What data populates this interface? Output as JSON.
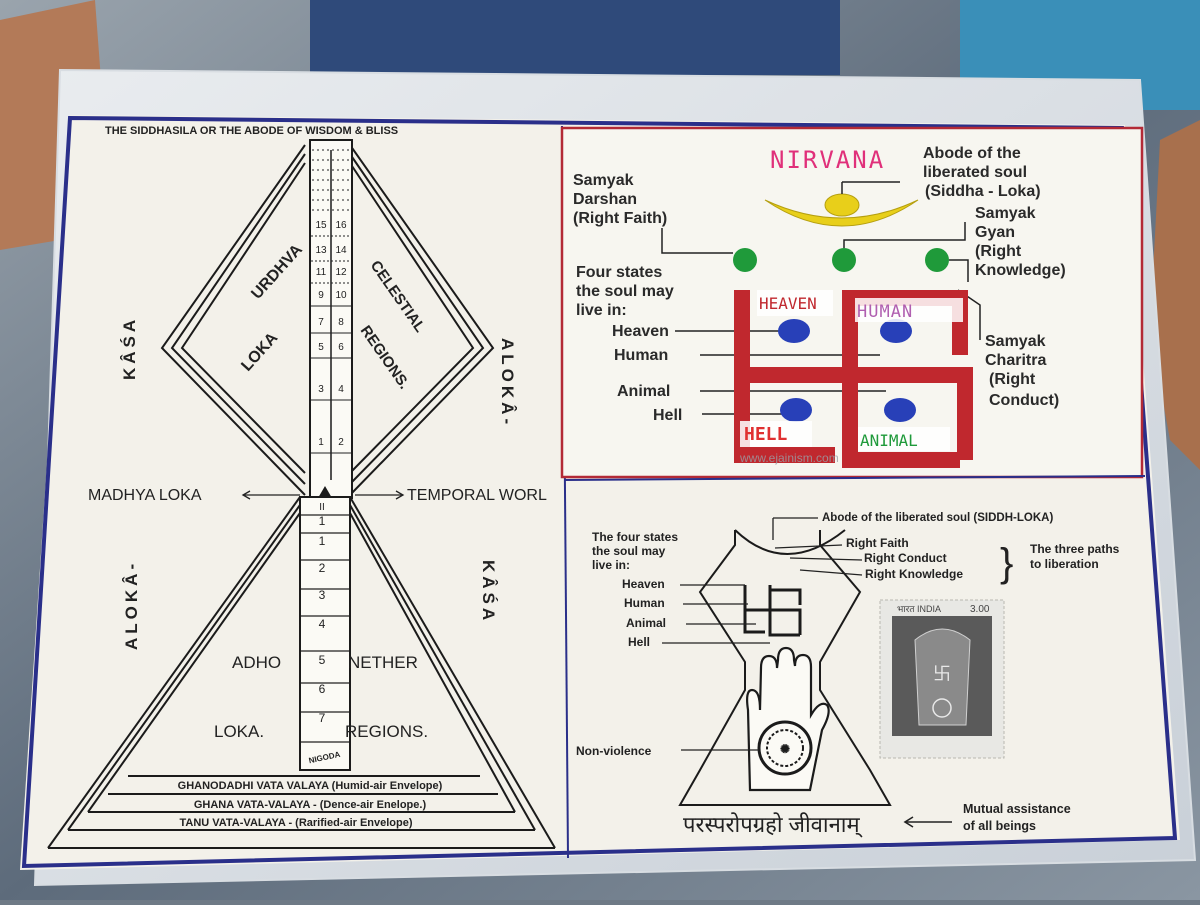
{
  "left": {
    "header": "THE SIDDHASILA OR THE ABODE OF WISDOM & BLISS",
    "upper_labels": {
      "urdhva": "URDHVA",
      "loka": "LOKA",
      "celestial": "CELESTIAL",
      "regions": "REGIONS."
    },
    "side_labels": {
      "kasa_left": "KÂŚA",
      "aloka_right": "ALOKÂ-",
      "aloka_left": "ALOKÂ-",
      "kasa_right": "KÂŚA"
    },
    "madhya": "MADHYA LOKA",
    "temporal": "TEMPORAL WORL",
    "lower_labels": {
      "adho": "ADHO",
      "loka": "LOKA.",
      "nether": "NETHER",
      "regions": "REGIONS."
    },
    "column_upper": [
      "16",
      "15",
      "14",
      "13",
      "12",
      "11",
      "10",
      "9",
      "8",
      "7",
      "6",
      "5",
      "4",
      "3",
      "2",
      "1"
    ],
    "column_lower": [
      "II",
      "1",
      "1",
      "2",
      "3",
      "4",
      "5",
      "6",
      "7"
    ],
    "nigoda": "NIGODA",
    "bands": [
      "GHANODADHI VATA VALAYA (Humid-air Envelope)",
      "GHANA VATA-VALAYA - (Dence-air Enelope.)",
      "TANU VATA-VALAYA - (Rarified-air Envelope)"
    ]
  },
  "top_right": {
    "nirvana": "NIRVANA",
    "abode_line1": "Abode of the",
    "abode_line2": "liberated soul",
    "abode_line3": "(Siddha - Loka)",
    "darshan_line1": "Samyak",
    "darshan_line2": "Darshan",
    "darshan_line3": "(Right Faith)",
    "gyan_line1": "Samyak",
    "gyan_line2": "Gyan",
    "gyan_line3": "(Right",
    "gyan_line4": "Knowledge)",
    "four_line1": "Four states",
    "four_line2": "the soul may",
    "four_line3": "live in:",
    "states": [
      "Heaven",
      "Human",
      "Animal",
      "Hell"
    ],
    "charitra_line1": "Samyak",
    "charitra_line2": "Charitra",
    "charitra_line3": "(Right",
    "charitra_line4": "Conduct)",
    "hw_heaven": "HEAVEN",
    "hw_human": "HUMAN",
    "hw_hell": "HELL",
    "hw_animal": "ANIMAL",
    "watermark": "www.ejainism.com"
  },
  "bottom_right": {
    "abode": "Abode of the liberated soul (SIDDH-LOKA)",
    "four_line1": "The four states",
    "four_line2": "the soul may",
    "four_line3": "live in:",
    "states": [
      "Heaven",
      "Human",
      "Animal",
      "Hell"
    ],
    "paths": [
      "Right Faith",
      "Right Conduct",
      "Right Knowledge"
    ],
    "three_line1": "The three paths",
    "three_line2": "to liberation",
    "nonviolence": "Non-violence",
    "sanskrit": "परस्परोपग्रहो जीवानाम्",
    "mutual_line1": "Mutual assistance",
    "mutual_line2": "of all beings",
    "stamp_country": "भारत INDIA",
    "stamp_value": "3.00"
  },
  "colors": {
    "red": "#c0282e",
    "blue": "#2840b8",
    "green": "#1f9a3a",
    "yellow": "#e8cf1a",
    "pink_text": "#e0307a",
    "paper": "#f3f1ea",
    "border": "#2a2f8a"
  }
}
